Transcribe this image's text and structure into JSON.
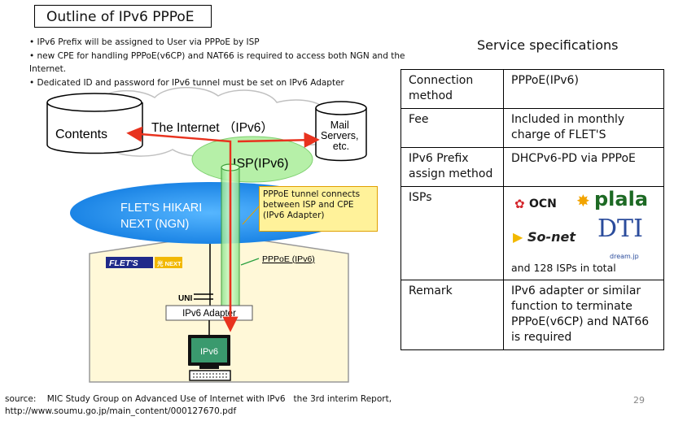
{
  "title": "Outline of IPv6 PPPoE",
  "bullets": [
    "• IPv6 Prefix will be assigned to User via PPPoE by ISP",
    "• new CPE for handling PPPoE(v6CP) and NAT66 is required to access both NGN and the Internet.",
    "• Dedicated ID and password for IPv6 tunnel must be set on IPv6 Adapter"
  ],
  "diagram": {
    "contents": "Contents",
    "internet": "The Internet （IPv6）",
    "mail_servers": [
      "Mail",
      "Servers,",
      "etc."
    ],
    "isp": "ISP(IPv6)",
    "ngn": [
      "FLET'S HIKARI",
      "NEXT (NGN)"
    ],
    "callout": "PPPoE tunnel connects between ISP and CPE (IPv6 Adapter)",
    "pppoe_label": "PPPoE (IPv6)",
    "flets_logo": "FLET'S",
    "flets_logo_sub": "光 NEXT",
    "uni": "UNI",
    "adapter": "IPv6 Adapter",
    "pc_screen": "IPv6",
    "colors": {
      "ngn_blue": "#1e8fe8",
      "isp_green": "#b6f0a8",
      "arrow_red": "#e8321e",
      "house_fill": "#fff8d8",
      "screen_green": "#3a9a6e"
    }
  },
  "service": {
    "heading": "Service specifications",
    "rows": [
      {
        "key": "Connection method",
        "value": "PPPoE(IPv6)"
      },
      {
        "key": "Fee",
        "value": "Included in monthly charge of FLET'S"
      },
      {
        "key": "IPv6 Prefix assign method",
        "value": "DHCPv6-PD via PPPoE"
      },
      {
        "key": "ISPs",
        "value": "and 128 ISPs in total"
      },
      {
        "key": "Remark",
        "value": "IPv6 adapter or similar function to terminate PPPoE(v6CP) and NAT66 is required"
      }
    ],
    "isp_logos": {
      "ocn": "OCN",
      "plala": "plala",
      "sonet": "So-net",
      "dti": "DTI",
      "dream": "dream.jp"
    }
  },
  "source": [
    "source:    MIC Study Group on Advanced Use of Internet with IPv6   the 3rd interim Report,",
    "http://www.soumu.go.jp/main_content/000127670.pdf"
  ],
  "page_number": "29"
}
